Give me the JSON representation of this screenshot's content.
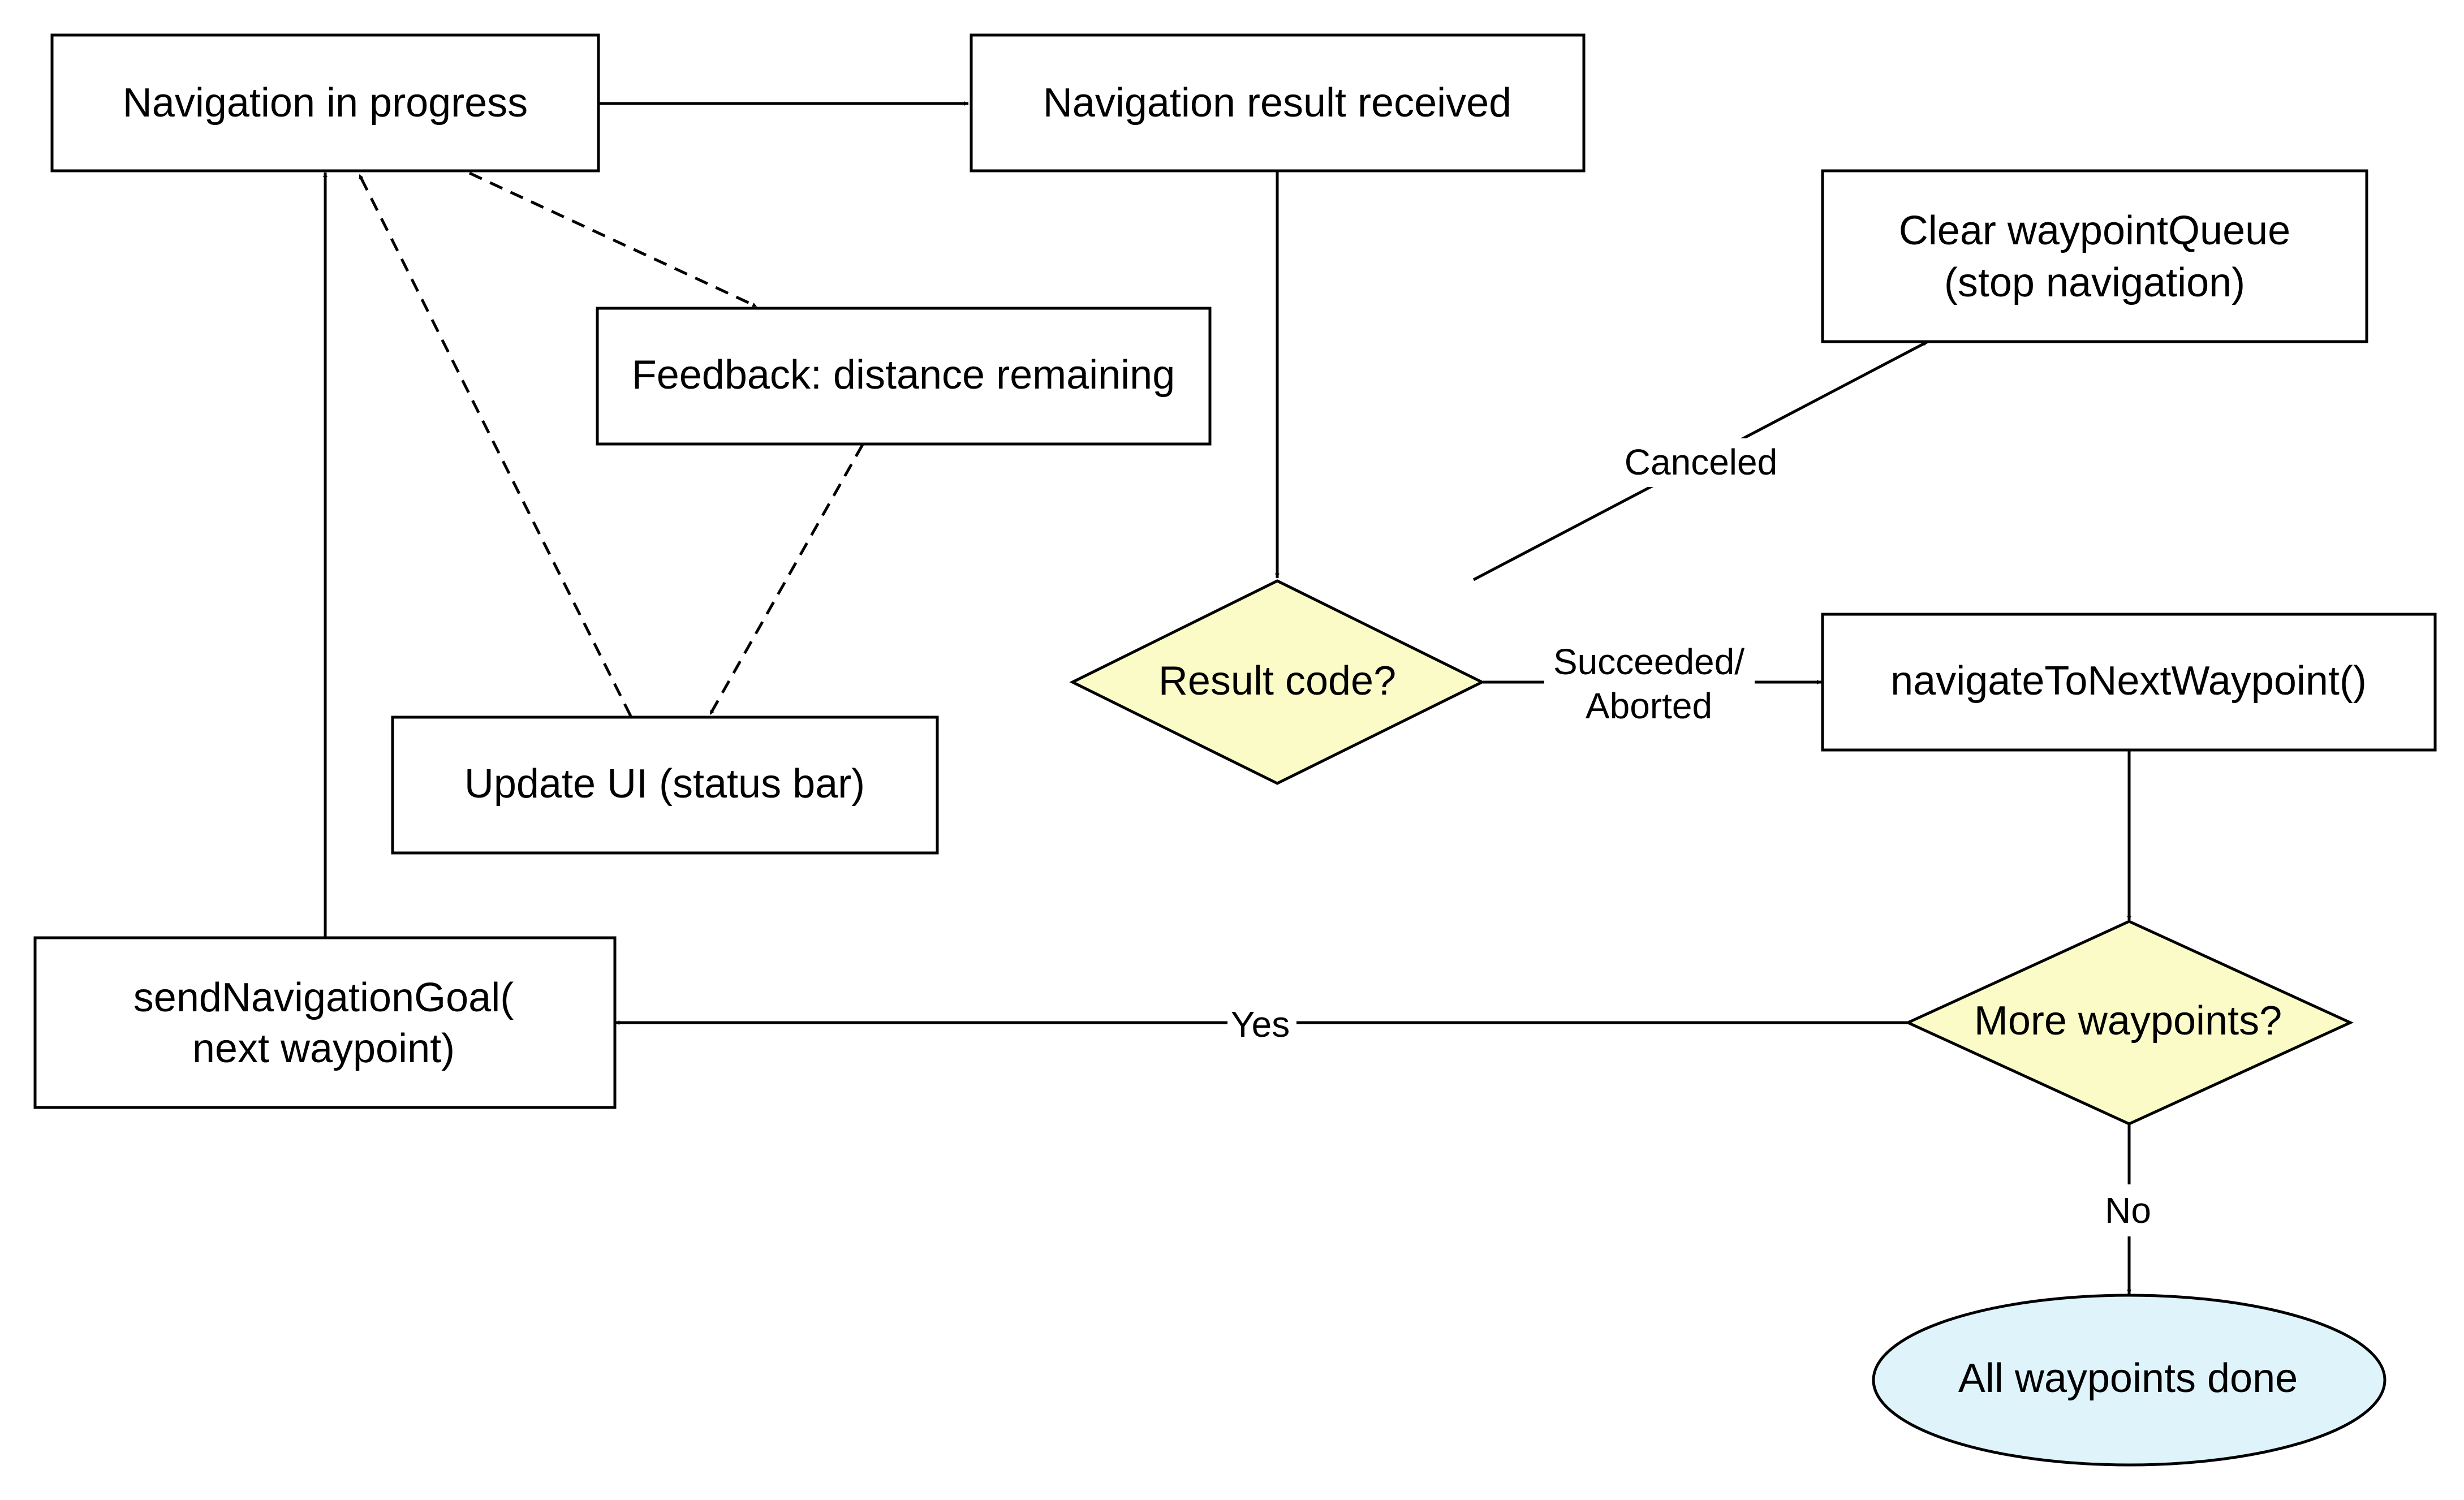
{
  "diagram": {
    "type": "flowchart",
    "nodes": {
      "nav_in_progress": {
        "shape": "rect",
        "label": "Navigation in progress"
      },
      "nav_result_received": {
        "shape": "rect",
        "label": "Navigation result received"
      },
      "clear_queue": {
        "shape": "rect",
        "label_line1": "Clear waypointQueue",
        "label_line2": "(stop navigation)"
      },
      "feedback": {
        "shape": "rect",
        "label": "Feedback: distance remaining"
      },
      "update_ui": {
        "shape": "rect",
        "label": "Update UI (status bar)"
      },
      "result_code": {
        "shape": "diamond",
        "label": "Result code?"
      },
      "navigate_next": {
        "shape": "rect",
        "label": "navigateToNextWaypoint()"
      },
      "send_goal": {
        "shape": "rect",
        "label_line1": "sendNavigationGoal(",
        "label_line2": "next waypoint)"
      },
      "more_waypoints": {
        "shape": "diamond",
        "label": "More waypoints?"
      },
      "all_done": {
        "shape": "ellipse",
        "label": "All waypoints done"
      }
    },
    "edges": {
      "canceled": {
        "from": "result_code",
        "to": "clear_queue",
        "style": "solid",
        "label": "Canceled"
      },
      "succeeded": {
        "from": "result_code",
        "to": "navigate_next",
        "style": "solid",
        "label_line1": "Succeeded/",
        "label_line2": "Aborted"
      },
      "yes": {
        "from": "more_waypoints",
        "to": "send_goal",
        "style": "solid",
        "label": "Yes"
      },
      "no": {
        "from": "more_waypoints",
        "to": "all_done",
        "style": "solid",
        "label": "No"
      },
      "progress_to_result": {
        "from": "nav_in_progress",
        "to": "nav_result_received",
        "style": "solid"
      },
      "result_to_code": {
        "from": "nav_result_received",
        "to": "result_code",
        "style": "solid"
      },
      "next_to_more": {
        "from": "navigate_next",
        "to": "more_waypoints",
        "style": "solid"
      },
      "goal_to_progress": {
        "from": "send_goal",
        "to": "nav_in_progress",
        "style": "solid"
      },
      "progress_to_feedback": {
        "from": "nav_in_progress",
        "to": "feedback",
        "style": "dashed"
      },
      "feedback_to_ui": {
        "from": "feedback",
        "to": "update_ui",
        "style": "dashed"
      },
      "ui_to_progress": {
        "from": "update_ui",
        "to": "nav_in_progress",
        "style": "dashed"
      }
    },
    "colors": {
      "decision_fill": "#fbfbc8",
      "terminal_fill": "#dff3fb",
      "box_fill": "#ffffff",
      "stroke": "#000000"
    }
  }
}
